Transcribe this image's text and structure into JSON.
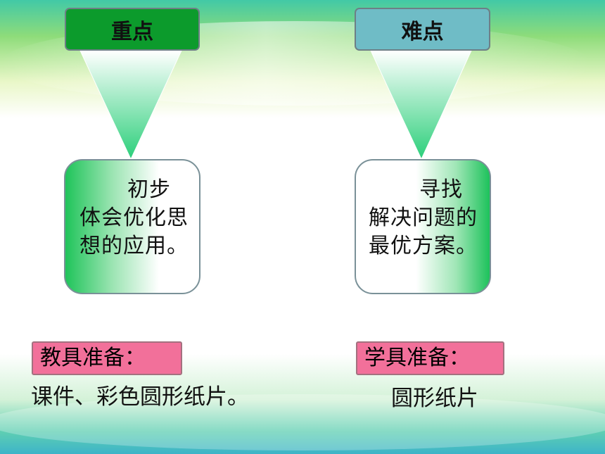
{
  "left": {
    "header": "重点",
    "card_text": "初步体会优化思想的应用。",
    "label": "教具准备：",
    "materials": "课件、彩色圆形纸片。"
  },
  "right": {
    "header": "难点",
    "card_text": "寻找解决问题的最优方案。",
    "label": "学具准备：",
    "materials": "圆形纸片"
  },
  "colors": {
    "header_left": "#0c9b2c",
    "header_right": "#6fbcc6",
    "label_fill": "#f2709a",
    "card_green": "#23c45e",
    "cone_green": "#2bcf7a"
  }
}
